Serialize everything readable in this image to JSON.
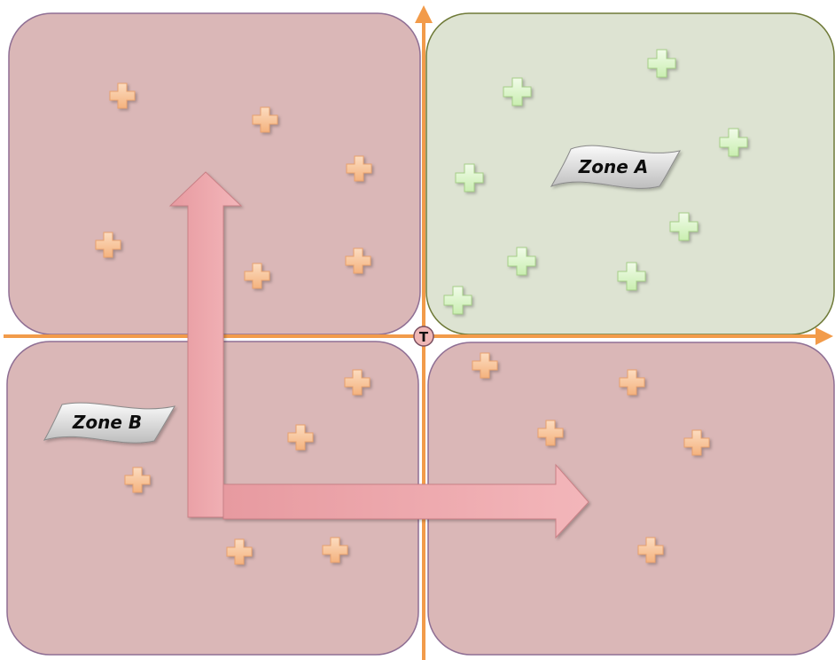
{
  "zones": {
    "zone_a_label": "Zone A",
    "zone_b_label": "Zone B"
  },
  "origin_marker": "T",
  "colors": {
    "pink_fill": "#dab7b7",
    "pink_stroke": "#8f6f94",
    "green_fill": "#dde3d2",
    "green_stroke": "#6f7a38",
    "axis": "#f29b4a",
    "big_arrow": "#e8a4a8",
    "orange_cross": "#f7c296",
    "green_cross": "#d9f5c6"
  },
  "icons": {
    "orange_cross": "plus-shape",
    "green_cross": "plus-shape",
    "label_banner": "wavy-flag"
  }
}
